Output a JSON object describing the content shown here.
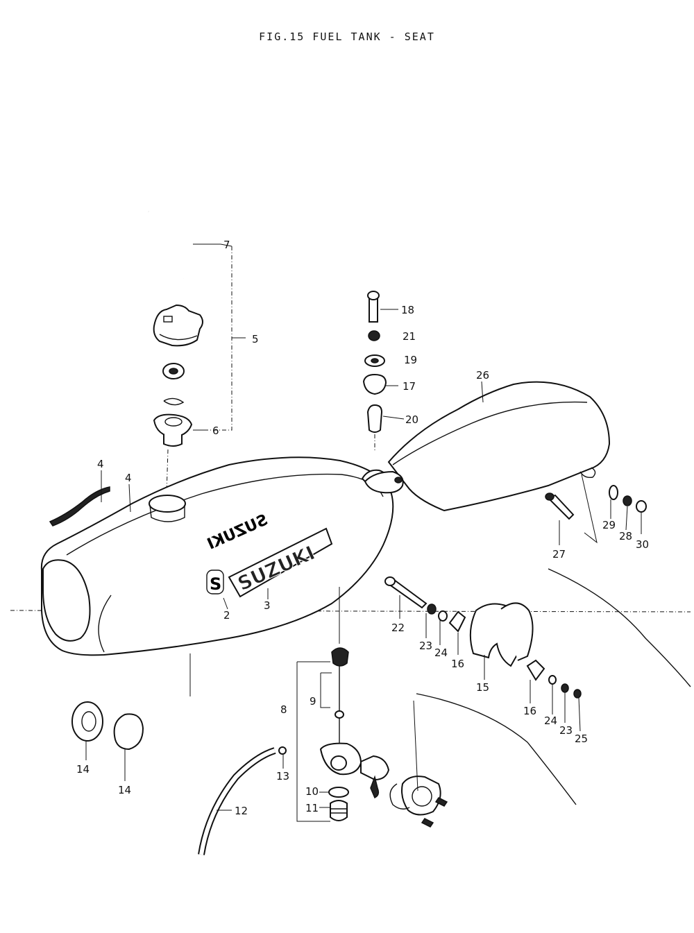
{
  "figure": {
    "title": "FIG.15  FUEL TANK - SEAT"
  },
  "logo": {
    "text": "SUZUKI",
    "mirrored_text": "SUZUKI",
    "letter_s": "S"
  },
  "callouts": {
    "c2": "2",
    "c3": "3",
    "c4a": "4",
    "c4b": "4",
    "c5": "5",
    "c6": "6",
    "c7": "7",
    "c8": "8",
    "c9": "9",
    "c10": "10",
    "c11": "11",
    "c12": "12",
    "c13": "13",
    "c14a": "14",
    "c14b": "14",
    "c15": "15",
    "c16a": "16",
    "c16b": "16",
    "c17": "17",
    "c18": "18",
    "c19": "19",
    "c20": "20",
    "c21": "21",
    "c22": "22",
    "c23a": "23",
    "c23b": "23",
    "c24a": "24",
    "c24b": "24",
    "c25": "25",
    "c26": "26",
    "c27": "27",
    "c28": "28",
    "c29": "29",
    "c30": "30"
  }
}
